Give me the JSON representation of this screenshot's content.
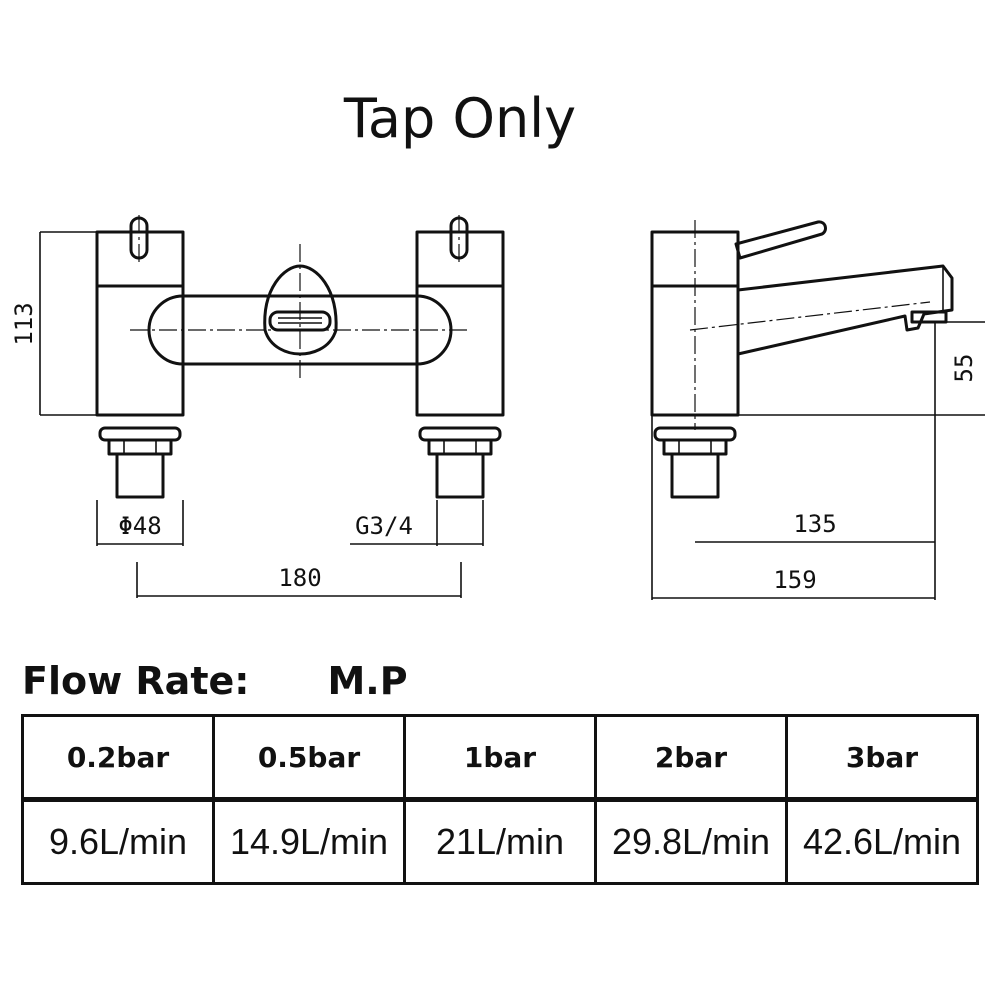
{
  "title": "Tap Only",
  "front_view": {
    "height_dim": "113",
    "base_diameter": "Φ48",
    "thread": "G3/4",
    "centers": "180"
  },
  "side_view": {
    "spout_height": "55",
    "spout_reach": "135",
    "overall_depth": "159"
  },
  "flow": {
    "label": "Flow Rate:",
    "pressure": "M.P",
    "headers": [
      "0.2bar",
      "0.5bar",
      "1bar",
      "2bar",
      "3bar"
    ],
    "values": [
      "9.6L/min",
      "14.9L/min",
      "21L/min",
      "29.8L/min",
      "42.6L/min"
    ]
  }
}
